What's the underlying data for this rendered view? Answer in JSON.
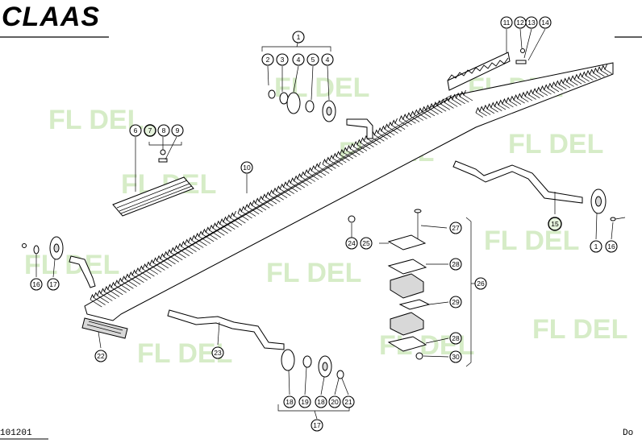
{
  "brand": "CLAAS",
  "watermark": "FL DEL",
  "drawing_number": "101201",
  "corner_text": "Do",
  "callouts": [
    "1",
    "2",
    "3",
    "4",
    "5",
    "4",
    "11",
    "12",
    "13",
    "14",
    "6",
    "7",
    "8",
    "9",
    "10",
    "24",
    "25",
    "27",
    "28",
    "26",
    "29",
    "28",
    "30",
    "15",
    "1",
    "16",
    "16",
    "17",
    "22",
    "23",
    "18",
    "19",
    "18",
    "20",
    "21",
    "17"
  ],
  "highlighted": [
    "7",
    "15"
  ]
}
